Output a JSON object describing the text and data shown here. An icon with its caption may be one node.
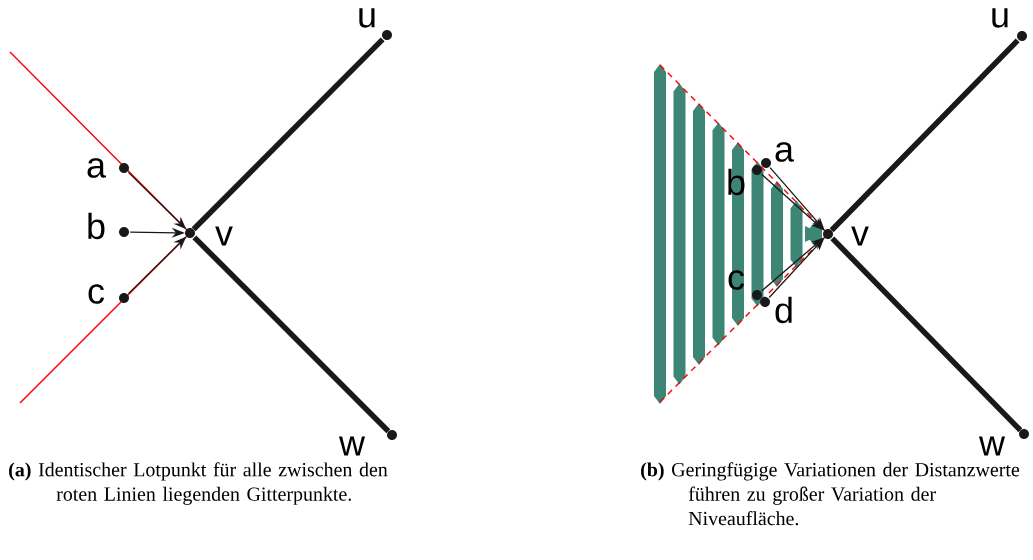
{
  "diagram": {
    "nodes": [
      {
        "text": [
          "u"
        ]
      },
      {
        "text": [
          "a"
        ]
      },
      {
        "text": [
          "b"
        ]
      },
      {
        "text": [
          "v"
        ]
      },
      {
        "text": [
          "c"
        ]
      },
      {
        "text": [
          "w"
        ]
      },
      {
        "text": [
          "u"
        ]
      },
      {
        "text": [
          "a"
        ]
      },
      {
        "text": [
          "b"
        ]
      },
      {
        "text": [
          "v"
        ]
      },
      {
        "text": [
          "c"
        ]
      },
      {
        "text": [
          "d"
        ]
      },
      {
        "text": [
          "w"
        ]
      }
    ],
    "edges": [
      {
        "from": 0,
        "to": 3,
        "arrow": "none",
        "style": "thick"
      },
      {
        "from": 3,
        "to": 5,
        "arrow": "none",
        "style": "thick"
      },
      {
        "from": 1,
        "to": 3,
        "arrow": "to"
      },
      {
        "from": 2,
        "to": 3,
        "arrow": "to"
      },
      {
        "from": 4,
        "to": 3,
        "arrow": "to"
      },
      {
        "from": 6,
        "to": 9,
        "arrow": "none",
        "style": "thick"
      },
      {
        "from": 9,
        "to": 12,
        "arrow": "none",
        "style": "thick"
      },
      {
        "from": 7,
        "to": 9,
        "arrow": "to"
      },
      {
        "from": 8,
        "to": 9,
        "arrow": "to"
      },
      {
        "from": 10,
        "to": 9,
        "arrow": "to"
      },
      {
        "from": 11,
        "to": 9,
        "arrow": "to"
      }
    ],
    "labels": [
      "**(a)** Identischer Lotpunkt für alle zwischen den roten Linien liegenden Gitterpunkte.",
      "**(b)** Geringfügige Variationen der Distanzwerte führen zu großer Variation der Niveaufläche."
    ]
  }
}
